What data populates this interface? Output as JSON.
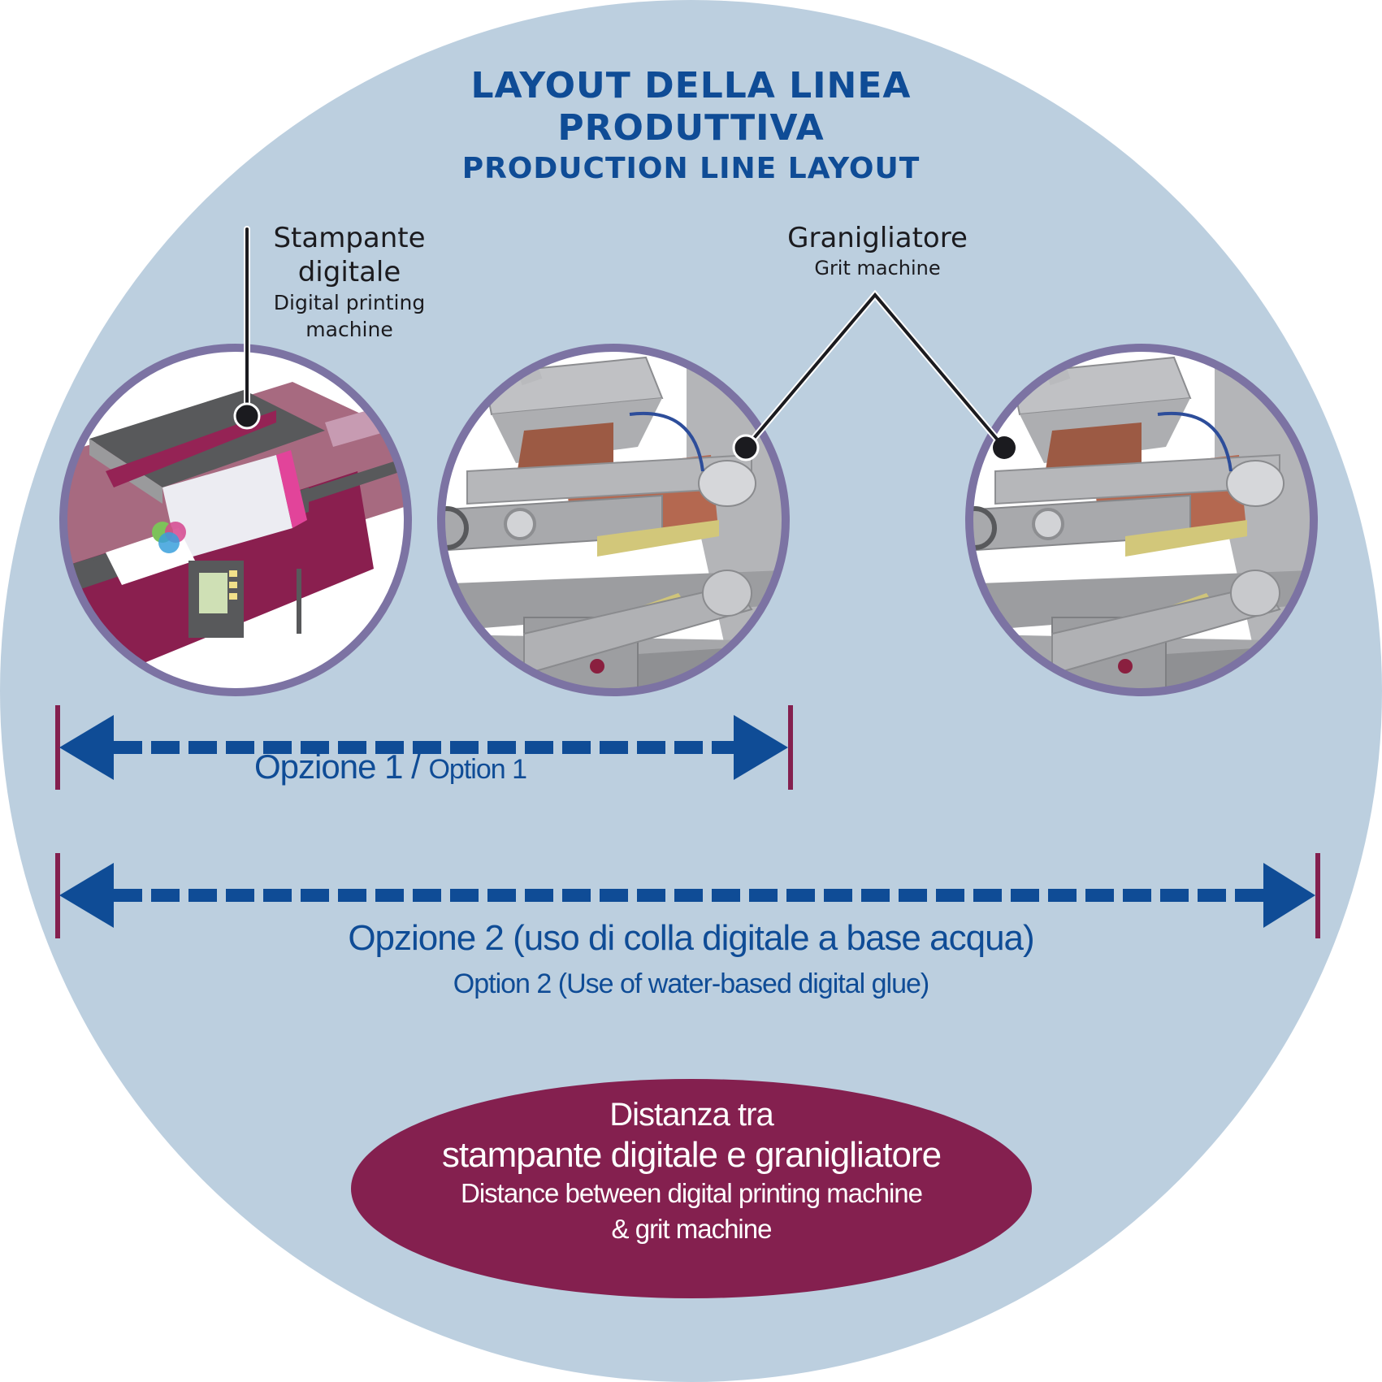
{
  "title": {
    "line1": "LAYOUT DELLA LINEA",
    "line2": "PRODUTTIVA",
    "line3": "PRODUCTION LINE LAYOUT"
  },
  "machines": {
    "printer": {
      "label_it_line1": "Stampante",
      "label_it_line2": "digitale",
      "label_en_line1": "Digital printing",
      "label_en_line2": "machine",
      "icon": "digital-printer-illustration"
    },
    "grit": {
      "label_it": "Granigliatore",
      "label_en": "Grit machine",
      "icon": "grit-machine-illustration",
      "positions": [
        "option-1",
        "option-2"
      ]
    }
  },
  "options": [
    {
      "label_it": "Opzione 1 /",
      "label_en": "Option 1"
    },
    {
      "label_it": "Opzione 2 (uso di colla digitale a base acqua)",
      "label_en": "Option 2 (Use of water-based digital glue)"
    }
  ],
  "summary": {
    "line1": "Distanza tra",
    "line2": "stampante digitale e granigliatore",
    "line3": "Distance between digital printing machine",
    "line4": "& grit machine"
  },
  "colors": {
    "background": "#bccfdf",
    "title_blue": "#0f4c96",
    "ring_purple": "#7c73a3",
    "tick_maroon": "#84204f",
    "ellipse_maroon": "#84204f",
    "printer_body": "#8a1f4f",
    "machine_grey": "#a7a8ab"
  }
}
